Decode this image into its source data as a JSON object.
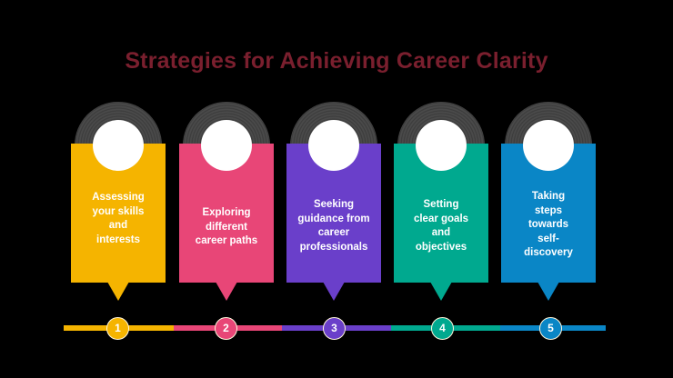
{
  "title": "Strategies for Achieving Career Clarity",
  "colors": {
    "title": "#7a1f2e",
    "background": "#000000",
    "step1": "#f5b400",
    "step2": "#e84677",
    "step3": "#6a3fca",
    "step4": "#00a98f",
    "step5": "#0a86c6"
  },
  "steps": [
    {
      "number": "1",
      "label": "Assessing your skills and interests",
      "lines": [
        "Assessing",
        "your skills",
        "and",
        "interests"
      ],
      "color": "#f5b400"
    },
    {
      "number": "2",
      "label": "Exploring different career paths",
      "lines": [
        "Exploring",
        "different",
        "career paths"
      ],
      "color": "#e84677"
    },
    {
      "number": "3",
      "label": "Seeking guidance from career professionals",
      "lines": [
        "Seeking",
        "guidance from",
        "career",
        "professionals"
      ],
      "color": "#6a3fca"
    },
    {
      "number": "4",
      "label": "Setting clear goals and objectives",
      "lines": [
        "Setting",
        "clear goals",
        "and",
        "objectives"
      ],
      "color": "#00a98f"
    },
    {
      "number": "5",
      "label": "Taking steps towards self-discovery",
      "lines": [
        "Taking",
        "steps",
        "towards",
        "self-",
        "discovery"
      ],
      "color": "#0a86c6"
    }
  ]
}
